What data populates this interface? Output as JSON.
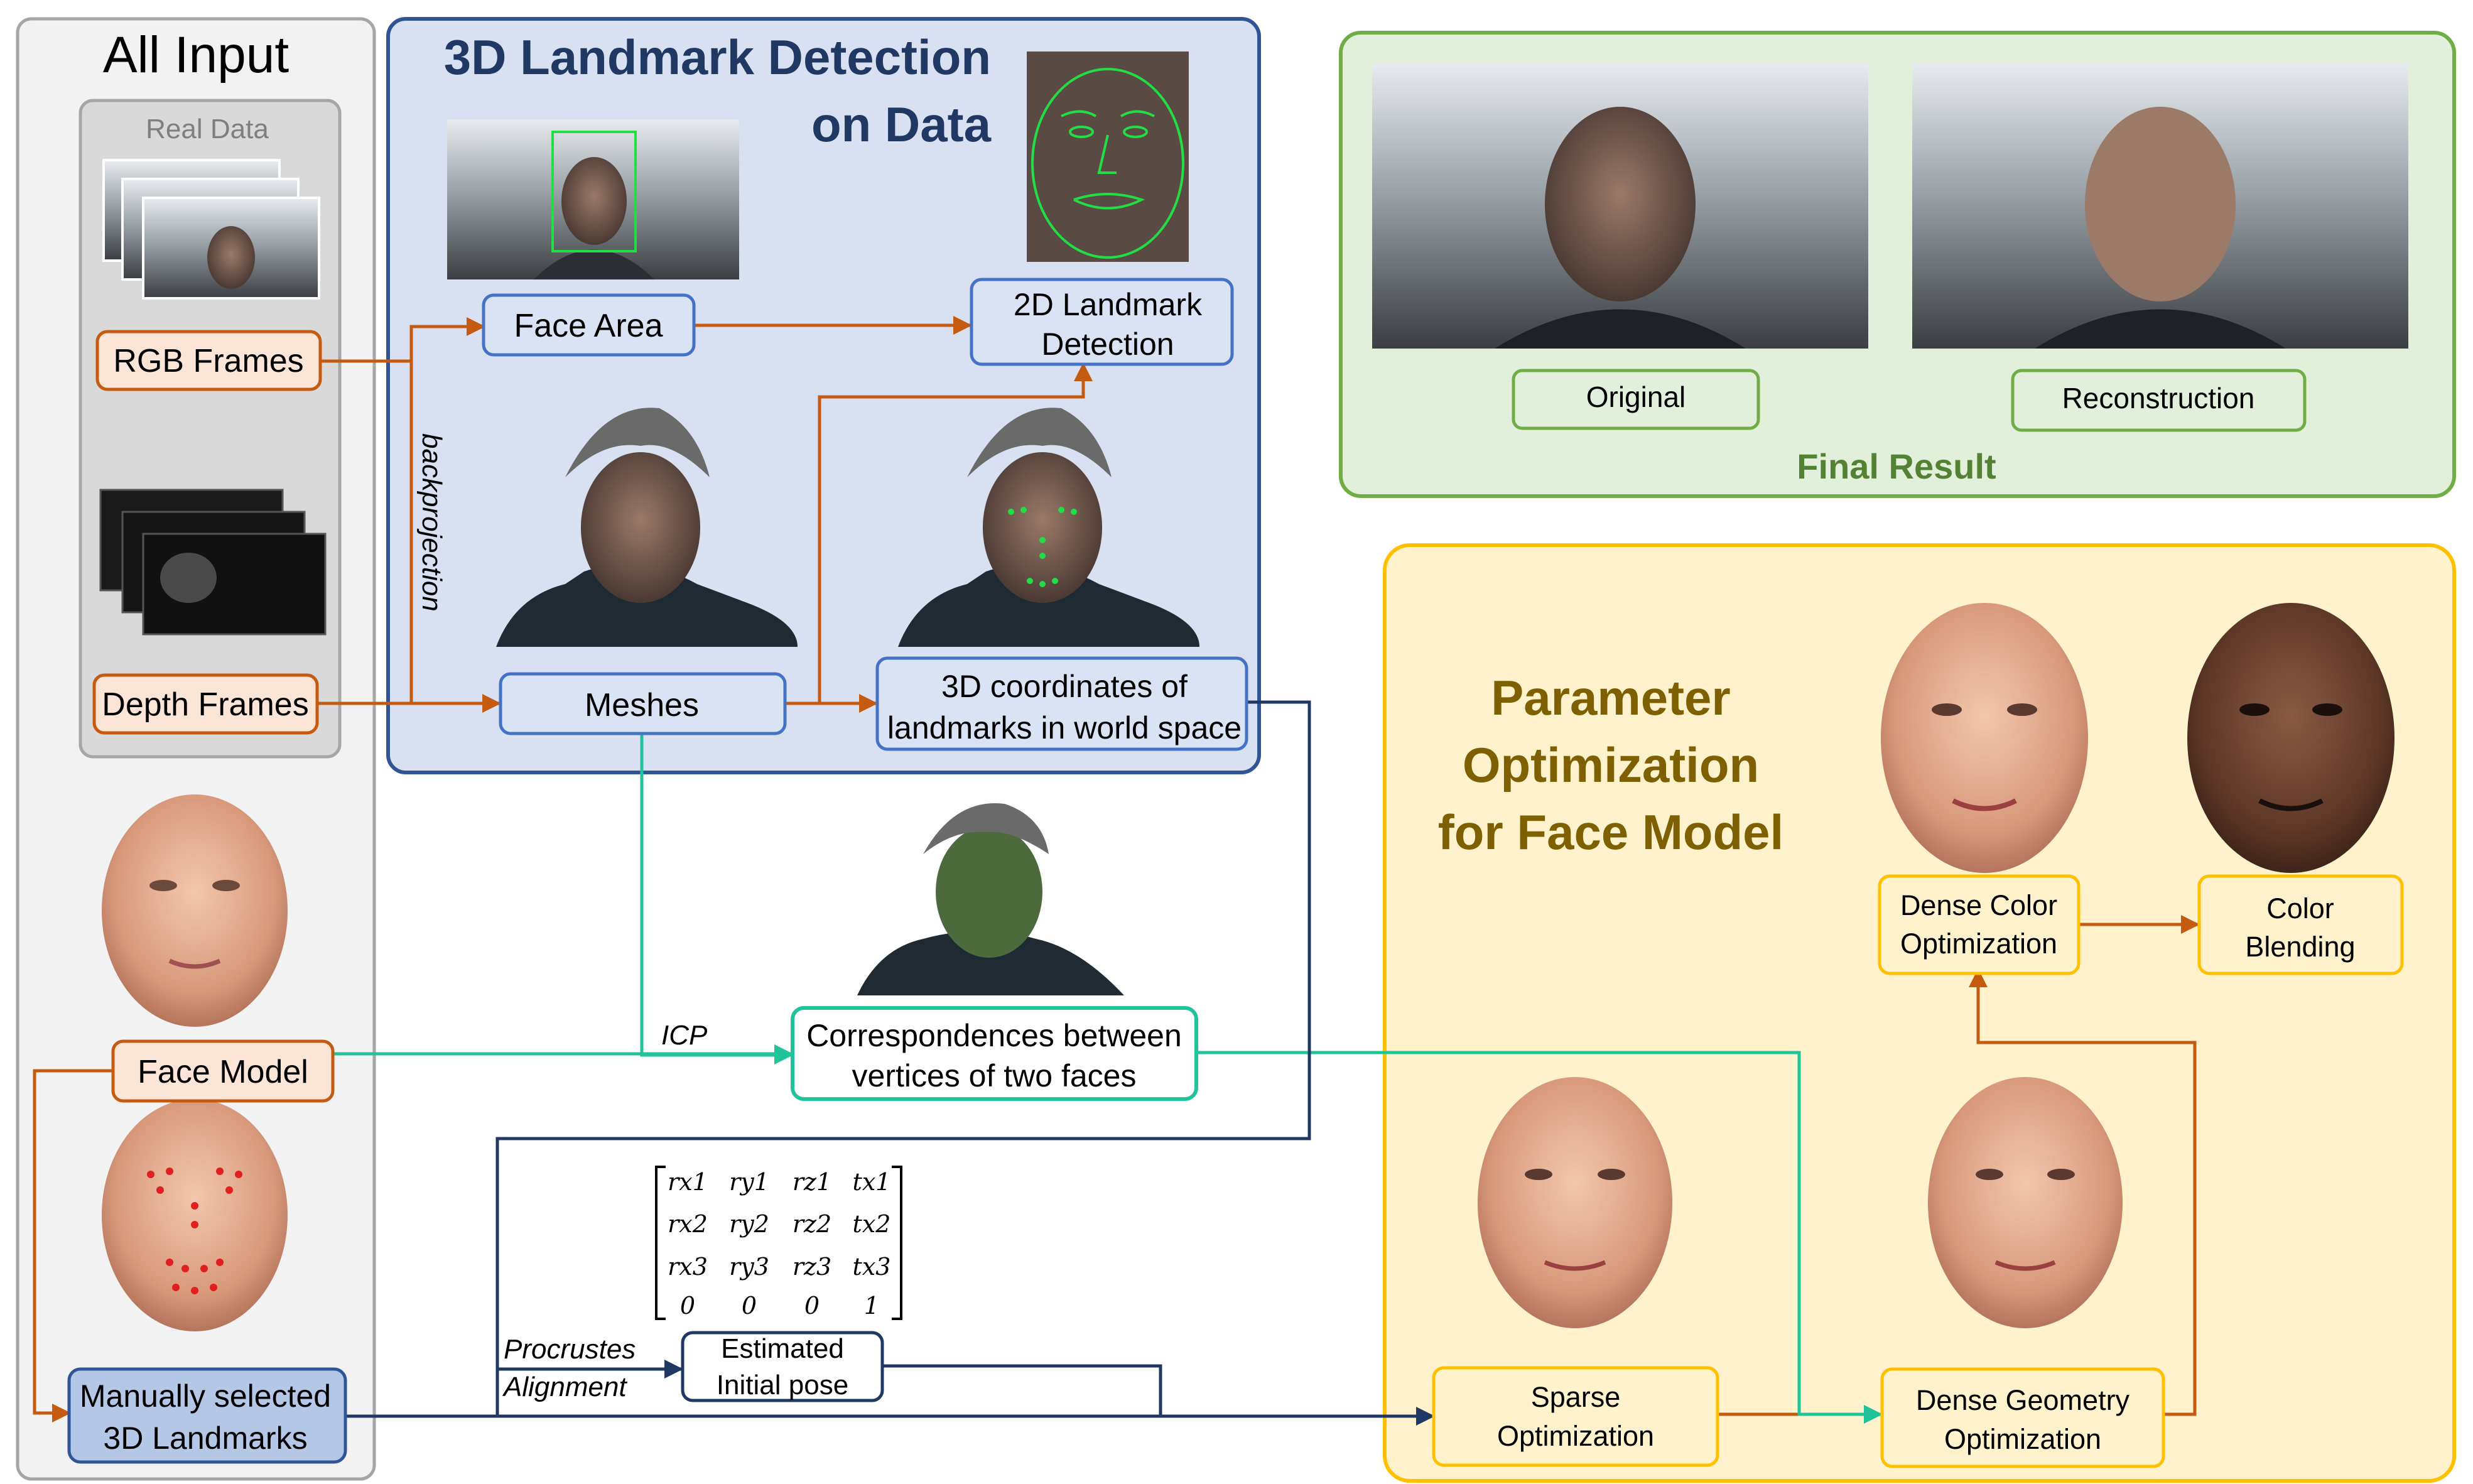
{
  "panels": {
    "all_input": {
      "title": "All Input",
      "real_data_label": "Real Data"
    },
    "landmark": {
      "title_line1": "3D Landmark Detection",
      "title_line2": "on Data"
    },
    "final": {
      "title": "Final Result"
    },
    "param": {
      "title_line1": "Parameter",
      "title_line2": "Optimization",
      "title_line3": "for Face Model"
    }
  },
  "nodes": {
    "rgb_frames": "RGB Frames",
    "depth_frames": "Depth Frames",
    "face_area": "Face Area",
    "landmark_2d_l1": "2D Landmark",
    "landmark_2d_l2": "Detection",
    "meshes": "Meshes",
    "coords_l1": "3D coordinates of",
    "coords_l2": "landmarks in world space",
    "face_model": "Face Model",
    "manual_l1": "Manually selected",
    "manual_l2": "3D Landmarks",
    "corr_l1": "Correspondences between",
    "corr_l2": "vertices of two faces",
    "estimated_l1": "Estimated",
    "estimated_l2": "Initial pose",
    "original": "Original",
    "reconstruction": "Reconstruction",
    "dense_color_l1": "Dense Color",
    "dense_color_l2": "Optimization",
    "color_blend_l1": "Color",
    "color_blend_l2": "Blending",
    "sparse_l1": "Sparse",
    "sparse_l2": "Optimization",
    "dense_geo_l1": "Dense Geometry",
    "dense_geo_l2": "Optimization"
  },
  "edge_labels": {
    "backprojection": "backprojection",
    "icp": "ICP",
    "procrustes_l1": "Procrustes",
    "procrustes_l2": "Alignment"
  },
  "matrix": {
    "rows": [
      [
        "rx1",
        "ry1",
        "rz1",
        "tx1"
      ],
      [
        "rx2",
        "ry2",
        "rz2",
        "tx2"
      ],
      [
        "rx3",
        "ry3",
        "rz3",
        "tx3"
      ],
      [
        "0",
        "0",
        "0",
        "1"
      ]
    ]
  },
  "colors": {
    "gray_panel": "#f2f2f2",
    "gray_border": "#a6a6a6",
    "blue_panel": "#d9e0f1",
    "blue_border": "#2f5597",
    "blue_title": "#1f3864",
    "green_panel": "#e2efda",
    "green_border": "#70ad47",
    "green_title": "#548235",
    "yellow_panel": "#fff2cc",
    "yellow_border": "#ffc000",
    "yellow_title": "#7f6000",
    "orange": "#c55a11",
    "teal": "#21c49a",
    "navy": "#1f3864"
  }
}
